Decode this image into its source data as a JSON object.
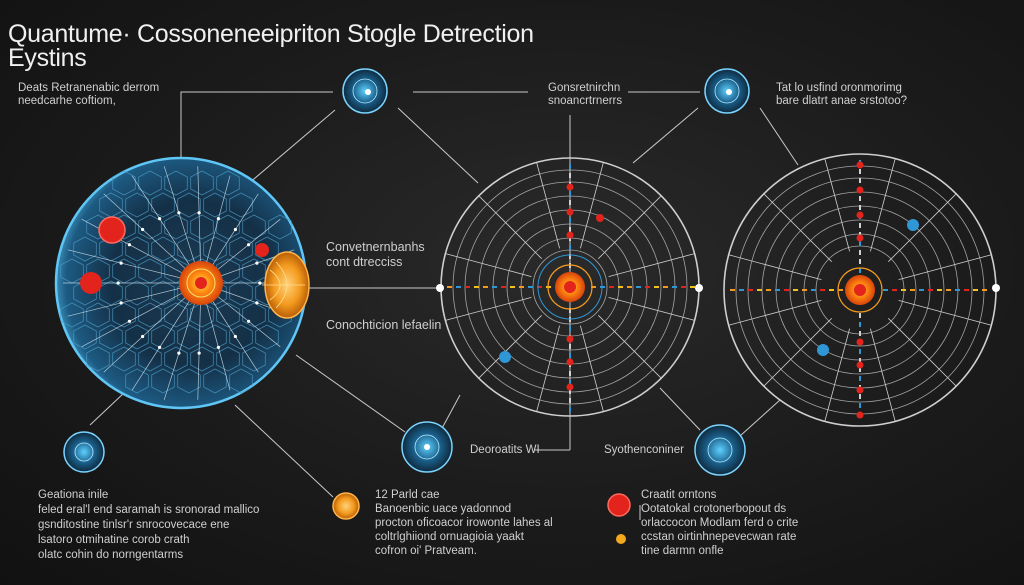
{
  "title": {
    "line1": "Quantume· Cossoneneeipriton Stogle Detrection",
    "line2": "Eystins"
  },
  "labels": {
    "top_left": "Deats Retranenabic derrom\nneedcarhe coftiom,",
    "top_center": "Gonsretnirchn\nsnoancrtrnerrs",
    "top_right": "Tat lo usfind oronmorimg\nbare dlatrt anae srstotoo?",
    "mid_1": "Convetnernbanhs\ncont dtrecciss",
    "mid_2": "Conochticion lefaelin",
    "bottom_center_node": "Deoroatits WI",
    "bottom_right_node": "Syothenconiner",
    "bottom_left_block": "Geationa inile\nfeled eral'l end saramah is sronorad mallico\ngsnditostine tinlsr'r snrocovecace ene\nlsatoro otmihatine corob crath\nolatc cohin do norngentarms",
    "bottom_center_block": "12 Parld cae\nBanoenbic uace yadonnod\nprocton oficoacor irowonte lahes al\ncoltrlghiiond ornuagioia yaakt\ncofron oi' Pratveam.",
    "bottom_right_block": "Craatit orntons\nOotatokal crotonerbopout ds\norlaccocon Modlam ferd o crite\nccstan oirtinhnepevecwan rate\ntine darmn onfle"
  },
  "palette": {
    "sphere_blue": "#4fb8ea",
    "red": "#e3241c",
    "orange": "#f39a1e",
    "accent_blue": "#2f97d6",
    "line": "#bdbdbd"
  }
}
